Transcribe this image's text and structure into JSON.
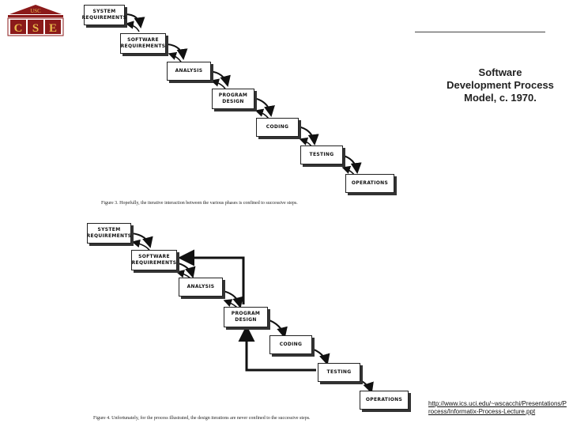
{
  "logo": {
    "usc": "USC",
    "cse": "CSE"
  },
  "side_title": {
    "line1": "Software",
    "line2": "Development Process",
    "line3": "Model, c. 1970."
  },
  "figure3": {
    "boxes": [
      {
        "line1": "SYSTEM",
        "line2": "REQUIREMENTS"
      },
      {
        "line1": "SOFTWARE",
        "line2": "REQUIREMENTS"
      },
      {
        "line1": "ANALYSIS",
        "line2": ""
      },
      {
        "line1": "PROGRAM",
        "line2": "DESIGN"
      },
      {
        "line1": "CODING",
        "line2": ""
      },
      {
        "line1": "TESTING",
        "line2": ""
      },
      {
        "line1": "OPERATIONS",
        "line2": ""
      }
    ],
    "caption": "Figure 3.  Hopefully, the iterative interaction between the various phases is confined to successive steps."
  },
  "figure4": {
    "boxes": [
      {
        "line1": "SYSTEM",
        "line2": "REQUIREMENTS"
      },
      {
        "line1": "SOFTWARE",
        "line2": "REQUIREMENTS"
      },
      {
        "line1": "ANALYSIS",
        "line2": ""
      },
      {
        "line1": "PROGRAM",
        "line2": "DESIGN"
      },
      {
        "line1": "CODING",
        "line2": ""
      },
      {
        "line1": "TESTING",
        "line2": ""
      },
      {
        "line1": "OPERATIONS",
        "line2": ""
      }
    ],
    "caption": "Figure 4.  Unfortunately, for the process illustrated, the design iterations are never confined to the successive steps."
  },
  "source_url": "http://www.ics.uci.edu/~wscacchi/Presentations/Process/Informatix-Process-Lecture.ppt",
  "colors": {
    "logo_red": "#8b1a1a",
    "logo_gold": "#e8b84a",
    "ink": "#222222"
  }
}
